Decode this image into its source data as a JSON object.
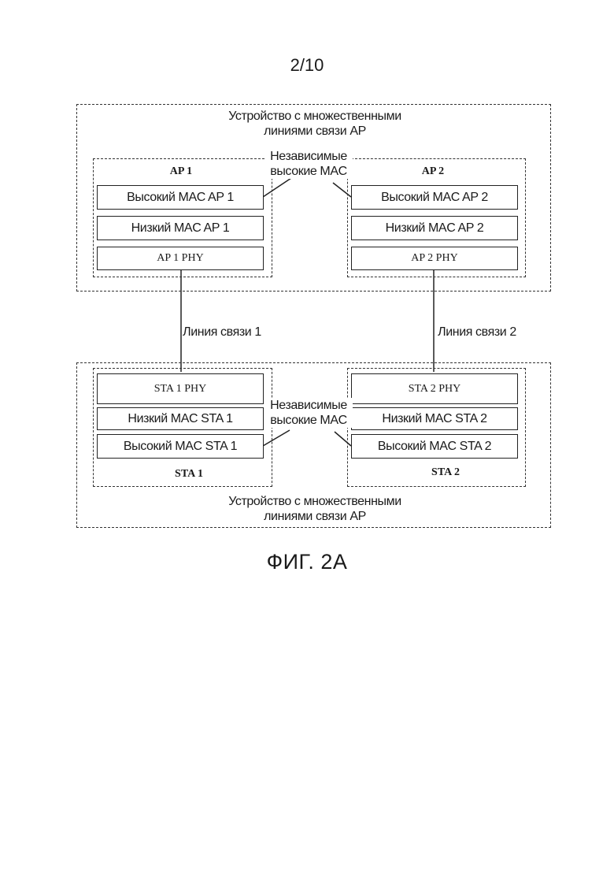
{
  "page_number": "2/10",
  "top_device": {
    "caption": "Устройство с множественными\nлиниями связи AP",
    "ap1": {
      "title": "AP 1",
      "high_mac": "Высокий MAC AP 1",
      "low_mac": "Низкий MAC AP 1",
      "phy": "AP 1 PHY"
    },
    "ap2": {
      "title": "AP 2",
      "high_mac": "Высокий MAC AP 2",
      "low_mac": "Низкий MAC AP 2",
      "phy": "AP 2 PHY"
    },
    "independent_label_line1": "Независимые",
    "independent_label_line2": "высокие MAC"
  },
  "links": {
    "link1": "Линия связи 1",
    "link2": "Линия связи 2"
  },
  "bottom_device": {
    "caption": "Устройство с множественными\nлиниями связи AP",
    "sta1": {
      "title": "STA 1",
      "phy": "STA 1 PHY",
      "low_mac": "Низкий  MAC STA 1",
      "high_mac": "Высокий MAC STA 1"
    },
    "sta2": {
      "title": "STA 2",
      "phy": "STA 2 PHY",
      "low_mac": "Низкий  MAC STA 2",
      "high_mac": "Высокий MAC STA 2"
    },
    "independent_label_line1": "Независимые",
    "independent_label_line2": "высокие MAC"
  },
  "figure_caption": "ФИГ. 2А"
}
